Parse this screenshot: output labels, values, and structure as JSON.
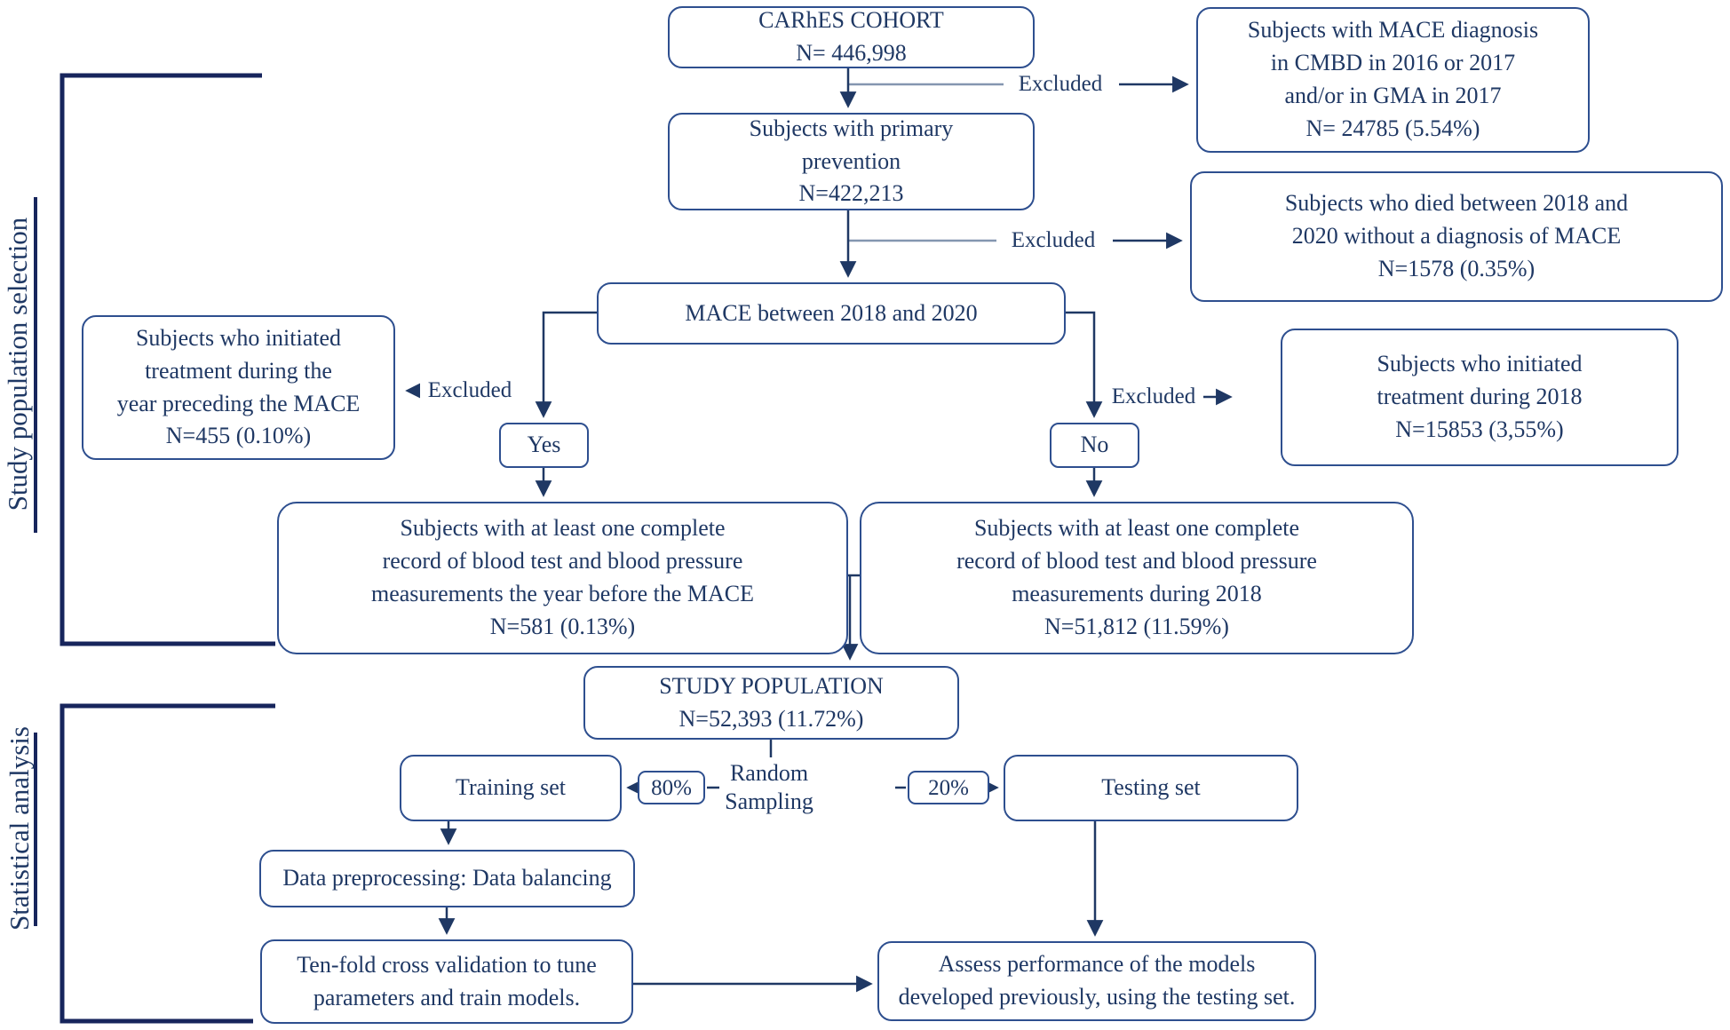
{
  "colors": {
    "ink": "#1f3864",
    "box_border": "#2e4f8f",
    "bracket": "#17255c",
    "light_line": "#8496b0",
    "background": "#ffffff"
  },
  "side_labels": {
    "study_population_selection": "Study population selection",
    "statistical_analysis": "Statistical analysis"
  },
  "labels": {
    "excluded": "Excluded"
  },
  "nodes": {
    "cohort": "CARhES COHORT\nN= 446,998",
    "excluded_mace_diagnosis": "Subjects with MACE diagnosis\nin CMBD in 2016 or 2017\nand/or in GMA in 2017\nN= 24785 (5.54%)",
    "primary_prevention": "Subjects with primary\nprevention\nN=422,213",
    "excluded_died": "Subjects who died between 2018 and\n2020 without a diagnosis of MACE\nN=1578 (0.35%)",
    "mace_question": "MACE between 2018 and 2020",
    "excluded_treatment_preceding": "Subjects who initiated\ntreatment during the\nyear preceding the MACE\nN=455 (0.10%)",
    "excluded_treatment_2018": "Subjects who initiated\ntreatment during 2018\nN=15853 (3,55%)",
    "yes": "Yes",
    "no": "No",
    "complete_record_before_mace": "Subjects with at least one complete\nrecord of blood test and blood pressure\nmeasurements the year before the MACE\nN=581 (0.13%)",
    "complete_record_2018": "Subjects with at least one complete\nrecord of blood test and blood pressure\nmeasurements during 2018\nN=51,812 (11.59%)",
    "study_population": "STUDY POPULATION\nN=52,393 (11.72%)",
    "training_set": "Training set",
    "testing_set": "Testing set",
    "pct_80": "80%",
    "pct_20": "20%",
    "random_sampling": "Random\nSampling",
    "data_preprocessing": "Data preprocessing: Data balancing",
    "cross_validation": "Ten-fold cross validation to tune\nparameters and train models.",
    "assess_performance": "Assess performance of the models\ndeveloped previously, using the testing set."
  }
}
